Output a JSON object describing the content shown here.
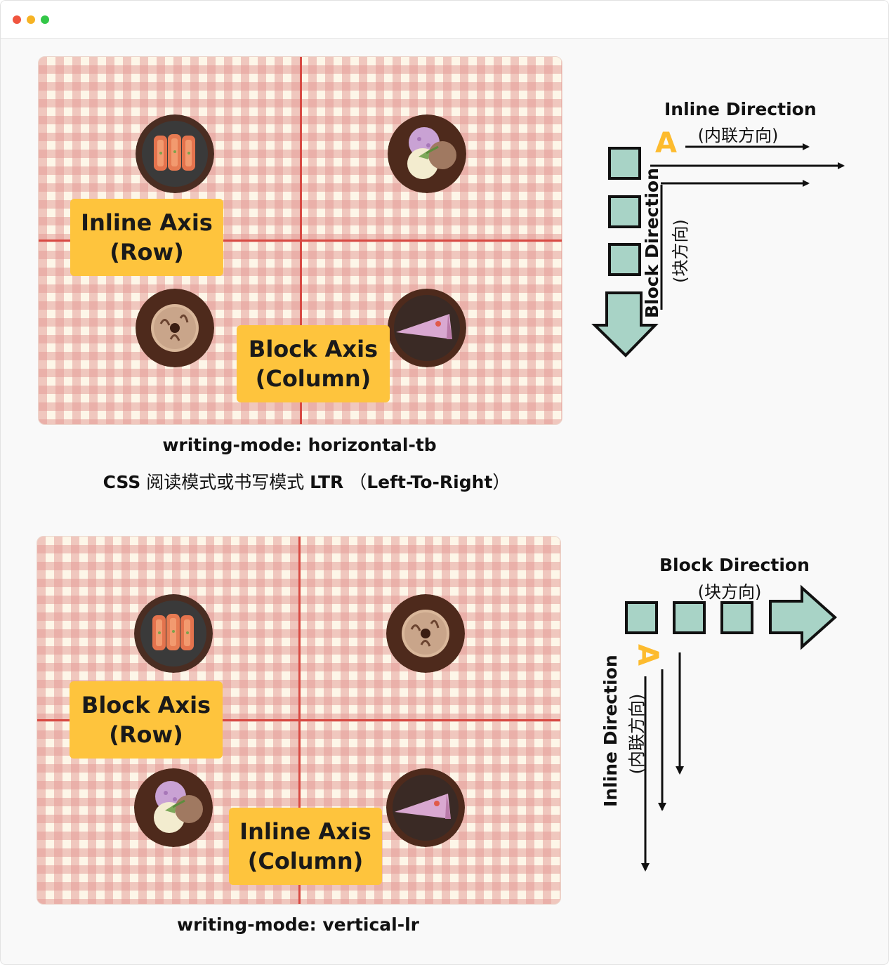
{
  "window": {
    "colors": {
      "close": "#f0553f",
      "minimize": "#f6b324",
      "maximize": "#33c748"
    }
  },
  "section1": {
    "label_inline_line1": "Inline Axis",
    "label_inline_line2": "(Row)",
    "label_block_line1": "Block Axis",
    "label_block_line2": "(Column)",
    "plates": [
      "sushi-plate",
      "ice-cream-plate",
      "donut-plate",
      "cake-slice-plate"
    ],
    "caption_line1": "writing-mode: horizontal-tb",
    "caption_css": "CSS",
    "caption_cn": " 阅读模式或书写模式 ",
    "caption_ltr": "LTR",
    "caption_paren_open": " （",
    "caption_ltr_full": "Left-To-Right",
    "caption_paren_close": "）",
    "diagram": {
      "inline_direction": "Inline Direction",
      "inline_direction_cn": "(内联方向)",
      "block_direction": "Block Direction",
      "block_direction_cn": "(块方向)",
      "letter": "A"
    }
  },
  "section2": {
    "label_block_line1": "Block Axis",
    "label_block_line2": "(Row)",
    "label_inline_line1": "Inline Axis",
    "label_inline_line2": "(Column)",
    "plates": [
      "sushi-plate",
      "donut-plate",
      "ice-cream-plate",
      "cake-slice-plate"
    ],
    "caption_line1": "writing-mode: vertical-lr",
    "diagram": {
      "block_direction": "Block Direction",
      "block_direction_cn": "(块方向)",
      "inline_direction": "Inline Direction",
      "inline_direction_cn": "(内联方向)",
      "letter": "A"
    }
  },
  "colors": {
    "label_bg": "#fec43d",
    "grid_line": "#d84a43",
    "block_fill": "#a8d3c6",
    "letter": "#fdbb2e"
  }
}
